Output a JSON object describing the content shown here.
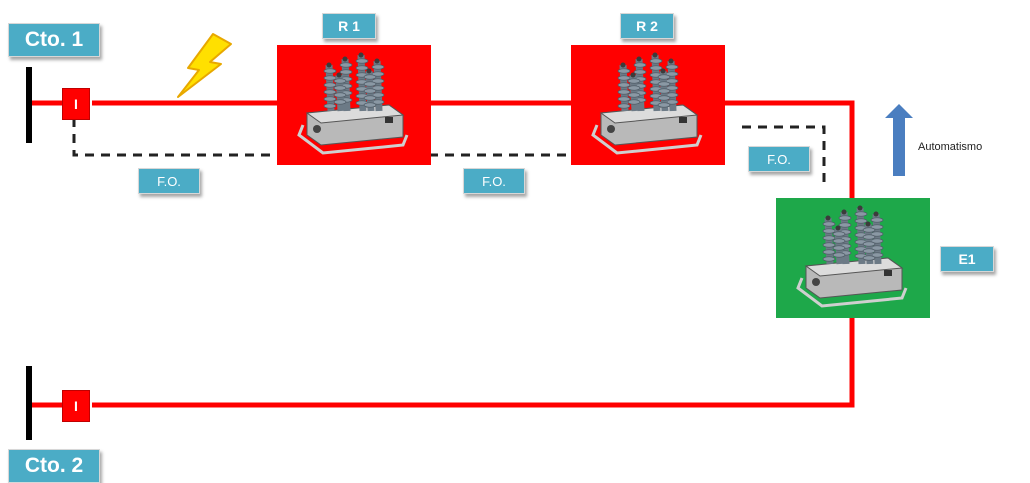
{
  "circuits": [
    {
      "label": "Cto. 1"
    },
    {
      "label": "Cto. 2"
    }
  ],
  "switches": [
    {
      "label": "I"
    },
    {
      "label": "I"
    }
  ],
  "equipment": [
    {
      "label": "R 1",
      "color": "#ff0000"
    },
    {
      "label": "R 2",
      "color": "#ff0000"
    },
    {
      "label": "E1",
      "color": "#1ea84a"
    }
  ],
  "fiber_links": [
    {
      "label": "F.O."
    },
    {
      "label": "F.O."
    },
    {
      "label": "F.O."
    }
  ],
  "automation": {
    "label": "Automatismo",
    "arrow_color": "#4a7ec0"
  },
  "colors": {
    "line": "#ff0000",
    "fiber": "#222222",
    "tag_bg": "#4bacc6",
    "fault": "#ffe000"
  },
  "icons": {
    "fault": "lightning-bolt-icon",
    "flow": "arrow-up-icon"
  }
}
